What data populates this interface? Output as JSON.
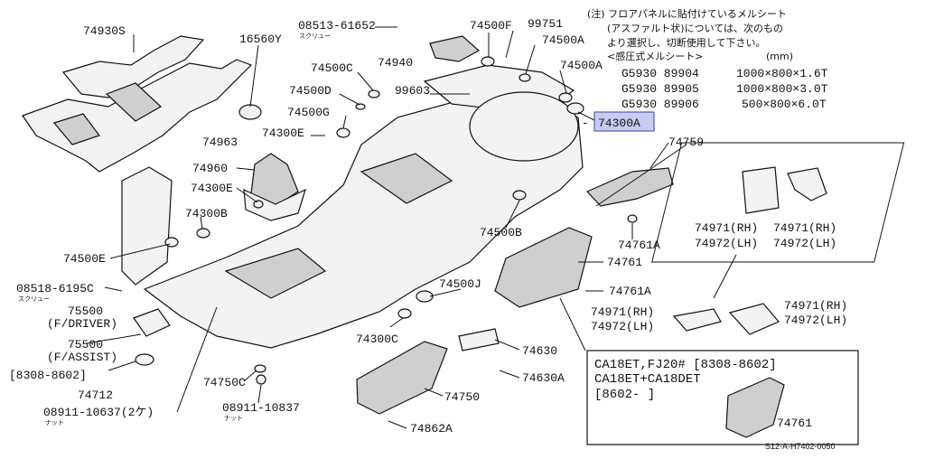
{
  "note": {
    "lines": [
      "(注) フロアパネルに貼付けているメルシート",
      "(アスファルト状)については、次のもの",
      "より選択し、切断使用して下さい。",
      "<感圧式メルシート>",
      "G5930 89904",
      "G5930 89905",
      "G5930 89906"
    ],
    "unit": "(mm)",
    "sizes": [
      "1000×800×1.6T",
      "1000×800×3.0T",
      "500×800×6.0T"
    ]
  },
  "labels": {
    "p74930S": "74930S",
    "p16560Y": "16560Y",
    "p08513": "08513-61652",
    "p08513_note": "スクリュー",
    "p74940": "74940",
    "p74500F": "74500F",
    "p99751": "99751",
    "p74500A_1": "74500A",
    "p74500A_2": "74500A",
    "p74300A": "74300A",
    "p74500C": "74500C",
    "p74500D": "74500D",
    "p74500G": "74500G",
    "p99603": "99603",
    "p74963": "74963",
    "p74300E_1": "74300E",
    "p74960": "74960",
    "p74300E_2": "74300E",
    "p74759": "74759",
    "p74300B": "74300B",
    "p74500B": "74500B",
    "p74761A_1": "74761A",
    "p74500E": "74500E",
    "p74761": "74761",
    "p74761A_2": "74761A",
    "p08518": "08518-6195C",
    "p08518_note": "スクリュー",
    "p75500_drv": "75500",
    "p75500_drv_note": "(F/DRIVER)",
    "p75500_ast": "75500",
    "p75500_ast_note": "(F/ASSIST)",
    "p_date1": "[8308-8602]",
    "p74712": "74712",
    "p74500J": "74500J",
    "p74300C": "74300C",
    "p74630": "74630",
    "p74630A": "74630A",
    "p74750C": "74750C",
    "p74750": "74750",
    "p08911a": "08911-10637(2ケ)",
    "p08911a_note": "ナット",
    "p08911b": "08911-10837",
    "p08911b_note": "ナット",
    "p74862A": "74862A",
    "p74971_rh_1": "74971(RH)",
    "p74972_lh_1": "74972(LH)",
    "p74971_rh_2": "74971(RH)",
    "p74972_lh_2": "74972(LH)",
    "p74971_rh_3": "74971(RH)",
    "p74972_lh_3": "74972(LH)",
    "p74971_rh_4": "74971(RH)",
    "p74972_lh_4": "74972(LH)",
    "p74761_box": "74761"
  },
  "box": {
    "line1": "CA18ET,FJ20# [8308-8602]",
    "line2": "CA18ET+CA18DET",
    "line3": "[8602- ]"
  },
  "figure_id": "S12-A-H7402-0050",
  "highlight_color": "#c8ccf2"
}
